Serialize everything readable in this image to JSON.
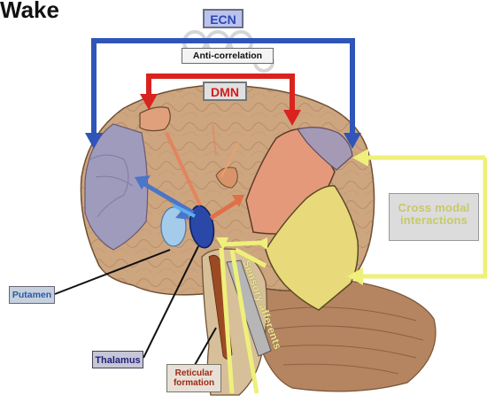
{
  "title": "Wake",
  "labels": {
    "ecn": "ECN",
    "anti_correlation": "Anti-correlation",
    "dmn": "DMN",
    "cross_modal_line1": "Cross modal",
    "cross_modal_line2": "interactions",
    "sensory_afferents": "Sensory afferents",
    "putamen": "Putamen",
    "thalamus": "Thalamus",
    "reticular_line1": "Reticular",
    "reticular_line2": "formation"
  },
  "colors": {
    "ecn_arrow": "#2f55b8",
    "dmn_arrow": "#d9231f",
    "sensory_arrow": "#eef07a",
    "brain": "#c9a47e",
    "frontal_ecn": "#9a96b8",
    "parietal_dmn": "#e39c7c",
    "occipital_sensory": "#e6d977",
    "thalamus": "#2a48a8",
    "putamen": "#9fc6e6"
  }
}
